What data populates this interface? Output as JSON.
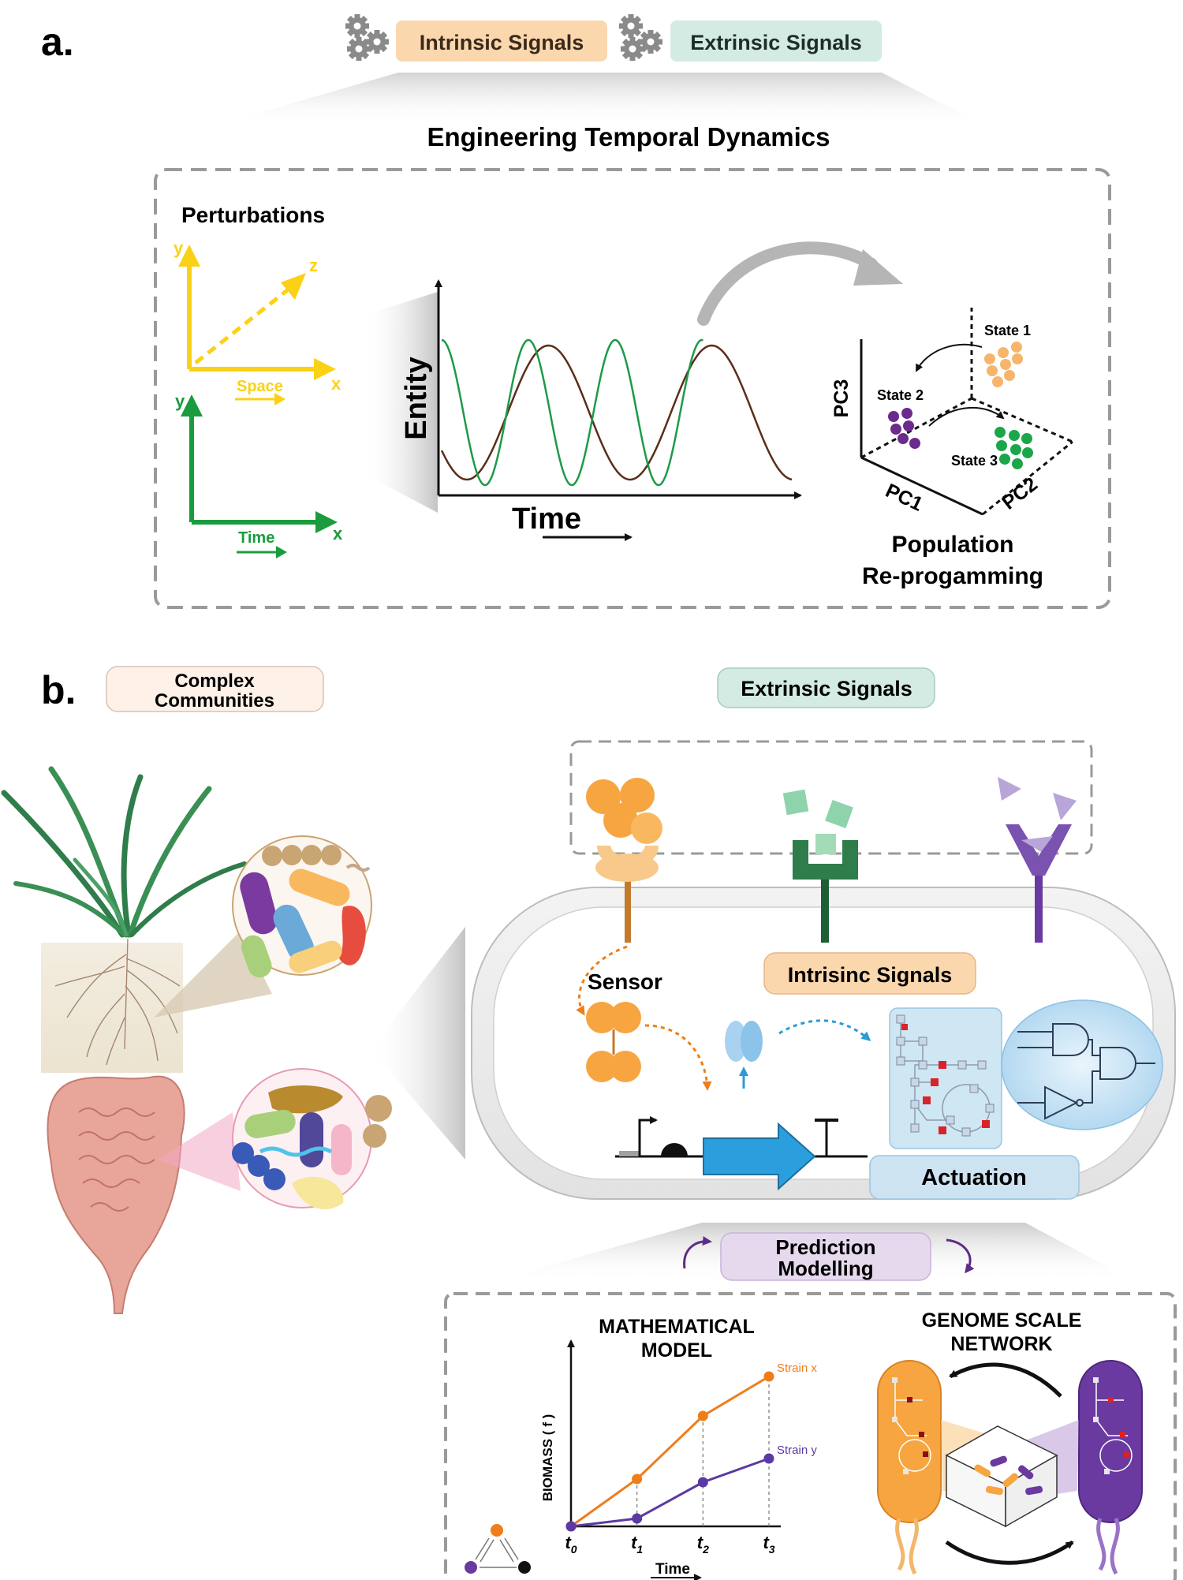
{
  "panel_a": {
    "letter": "a.",
    "intrinsic_label": "Intrinsic Signals",
    "extrinsic_label": "Extrinsic Signals",
    "title": "Engineering Temporal Dynamics",
    "perturbations": "Perturbations",
    "space_axes": {
      "y": "y",
      "x": "x",
      "z": "z",
      "caption": "Space"
    },
    "time_axes": {
      "y": "y",
      "x": "x",
      "caption": "Time"
    },
    "oscillation_chart": {
      "ylabel": "Entity",
      "xlabel": "Time"
    },
    "pca": {
      "state1": "State 1",
      "state2": "State 2",
      "state3": "State 3",
      "pc1": "PC1",
      "pc2": "PC2",
      "pc3": "PC3",
      "caption_line1": "Population",
      "caption_line2": "Re-progamming"
    },
    "colors": {
      "intrinsic": "#fbd7ae",
      "extrinsic": "#d3ebe2",
      "space": "#fbd115",
      "time": "#1a9c3e",
      "state1": "#f7b56b",
      "state2": "#6c2a8c",
      "state3": "#1ca64a",
      "fast_wave": "#1e9a48",
      "slow_wave": "#5a2e1a"
    }
  },
  "panel_b": {
    "letter": "b.",
    "complex_line1": "Complex",
    "complex_line2": "Communities",
    "extrinsic_label": "Extrinsic Signals",
    "sensor": "Sensor",
    "intrinsic_label": "Intrisinc Signals",
    "actuation": "Actuation",
    "prediction_line1": "Prediction",
    "prediction_line2": "Modelling",
    "math_title_line1": "MATHEMATICAL",
    "math_title_line2": "MODEL",
    "genome_title_line1": "GENOME SCALE",
    "genome_title_line2": "NETWORK",
    "colors": {
      "complex": "#fdf1e8",
      "extrinsic": "#d3ebe2",
      "intrinsic": "#fbd7ae",
      "actuation": "#cde3f2",
      "prediction": "#e6d9ee"
    }
  },
  "chart_data": {
    "type": "line",
    "title": "",
    "xlabel": "Time",
    "ylabel": "BIOMASS ( f )",
    "categories": [
      "t0",
      "t1",
      "t2",
      "t3"
    ],
    "tick_labels": [
      {
        "base": "t",
        "sub": "0"
      },
      {
        "base": "t",
        "sub": "1"
      },
      {
        "base": "t",
        "sub": "2"
      },
      {
        "base": "t",
        "sub": "3"
      }
    ],
    "ylim": [
      0,
      100
    ],
    "series": [
      {
        "name": "Strain x",
        "color": "#ef7d1a",
        "values": [
          0,
          30,
          70,
          95
        ]
      },
      {
        "name": "Strain y",
        "color": "#5b3aa2",
        "values": [
          0,
          5,
          28,
          43
        ]
      }
    ],
    "grid": false
  }
}
